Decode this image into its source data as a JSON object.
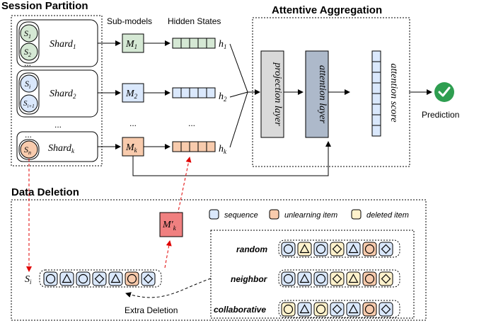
{
  "titles": {
    "session_partition": "Session Partition",
    "attentive_aggregation": "Attentive Aggregation",
    "data_deletion": "Data Deletion"
  },
  "column_labels": {
    "sub_models": "Sub-models",
    "hidden_states": "Hidden States"
  },
  "shards": [
    {
      "label": "Shard",
      "sub": "1",
      "items": [
        {
          "main": "S",
          "sub": "1"
        },
        {
          "main": "S",
          "sub": "2"
        }
      ],
      "extra": "..."
    },
    {
      "label": "Shard",
      "sub": "2",
      "items": [
        {
          "main": "S",
          "sub": "i"
        },
        {
          "main": "S",
          "sub": "i+1"
        }
      ],
      "extra": ""
    },
    {
      "label": "Shard",
      "sub": "k",
      "items": [
        {
          "main": "S",
          "sub": "n"
        }
      ],
      "extra": "..."
    }
  ],
  "sub_models": [
    {
      "main": "M",
      "sub": "1",
      "color": "#d5e8d4"
    },
    {
      "main": "M",
      "sub": "2",
      "color": "#dae8fc"
    },
    {
      "main": "M",
      "sub": "k",
      "color": "#f8cbad"
    }
  ],
  "hidden_states": [
    {
      "main": "h",
      "sub": "1",
      "color": "#d5e8d4"
    },
    {
      "main": "h",
      "sub": "2",
      "color": "#dae8fc"
    },
    {
      "main": "h",
      "sub": "k",
      "color": "#f8cbad"
    }
  ],
  "ellipsis": "...",
  "layers": {
    "projection": "projection layer",
    "attention": "attention layer",
    "score": "attention score"
  },
  "prediction": "Prediction",
  "retrained_model": {
    "main": "M",
    "prime": "′",
    "sub": "k"
  },
  "legend": [
    {
      "label": "sequence",
      "color": "#dae8fc"
    },
    {
      "label": "unlearning item",
      "color": "#f8cbad"
    },
    {
      "label": "deleted item",
      "color": "#fff2cc"
    }
  ],
  "session_label": {
    "main": "S",
    "sub": "i"
  },
  "strategies": [
    "random",
    "neighbor",
    "collaborative"
  ],
  "extra_deletion": "Extra Deletion",
  "colors": {
    "green": "#d5e8d4",
    "blue": "#dae8fc",
    "orange": "#f8cbad",
    "yellow": "#fff2cc",
    "red_model": "#f08080",
    "gray_layer": "#d9d9d9",
    "dark_layer": "#adb9ca",
    "check": "#2e9e50"
  }
}
